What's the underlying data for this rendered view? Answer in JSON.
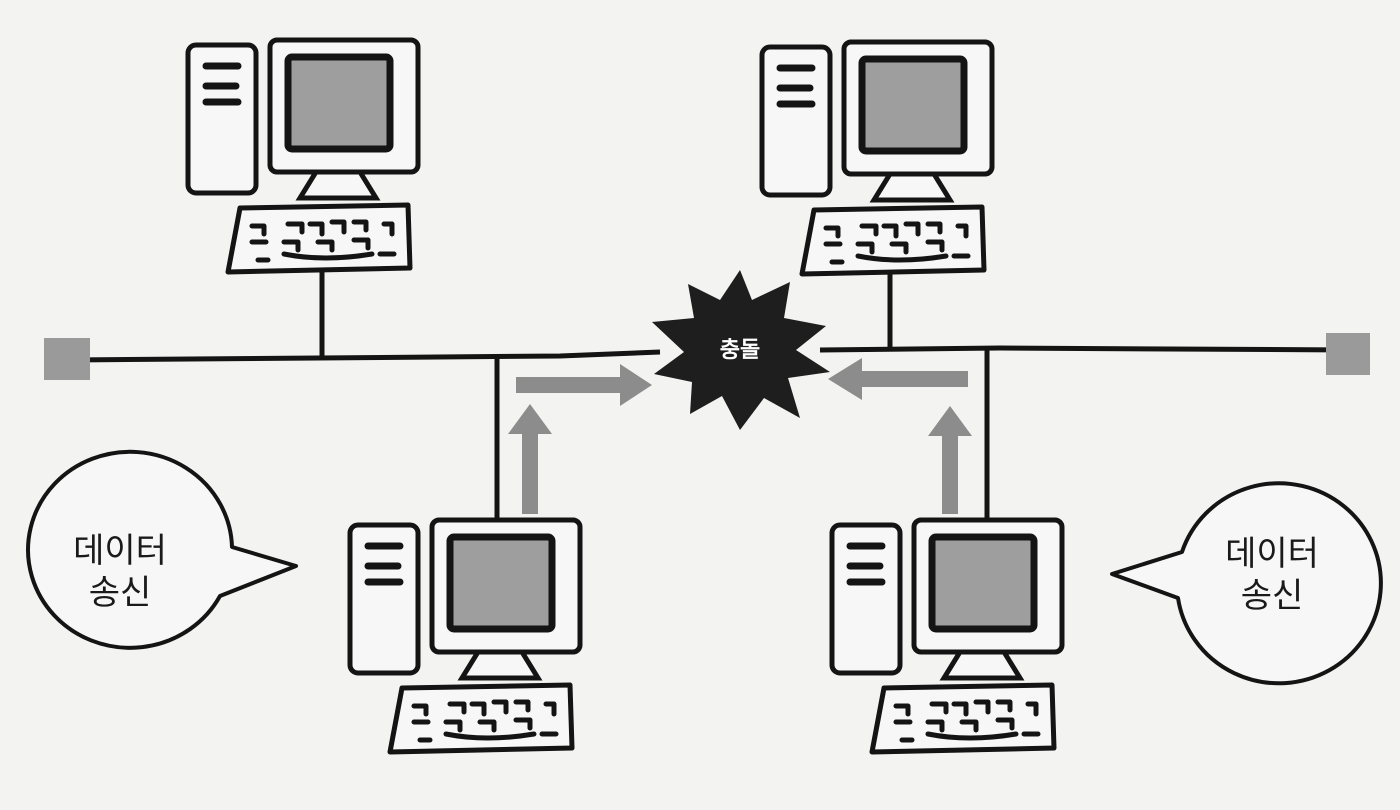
{
  "collision": {
    "label": "충돌"
  },
  "bubbles": [
    {
      "line1": "데이터",
      "line2": "송신"
    },
    {
      "line1": "데이터",
      "line2": "송신"
    }
  ],
  "colors": {
    "background": "#f3f3f1",
    "outline": "#141414",
    "screen": "#9e9e9e",
    "arrow": "#8c8c8c",
    "terminator": "#9a9a9a",
    "burst": "#1e1e1e"
  },
  "icons": [
    "computer-icon",
    "speech-bubble",
    "collision-burst",
    "arrow"
  ]
}
